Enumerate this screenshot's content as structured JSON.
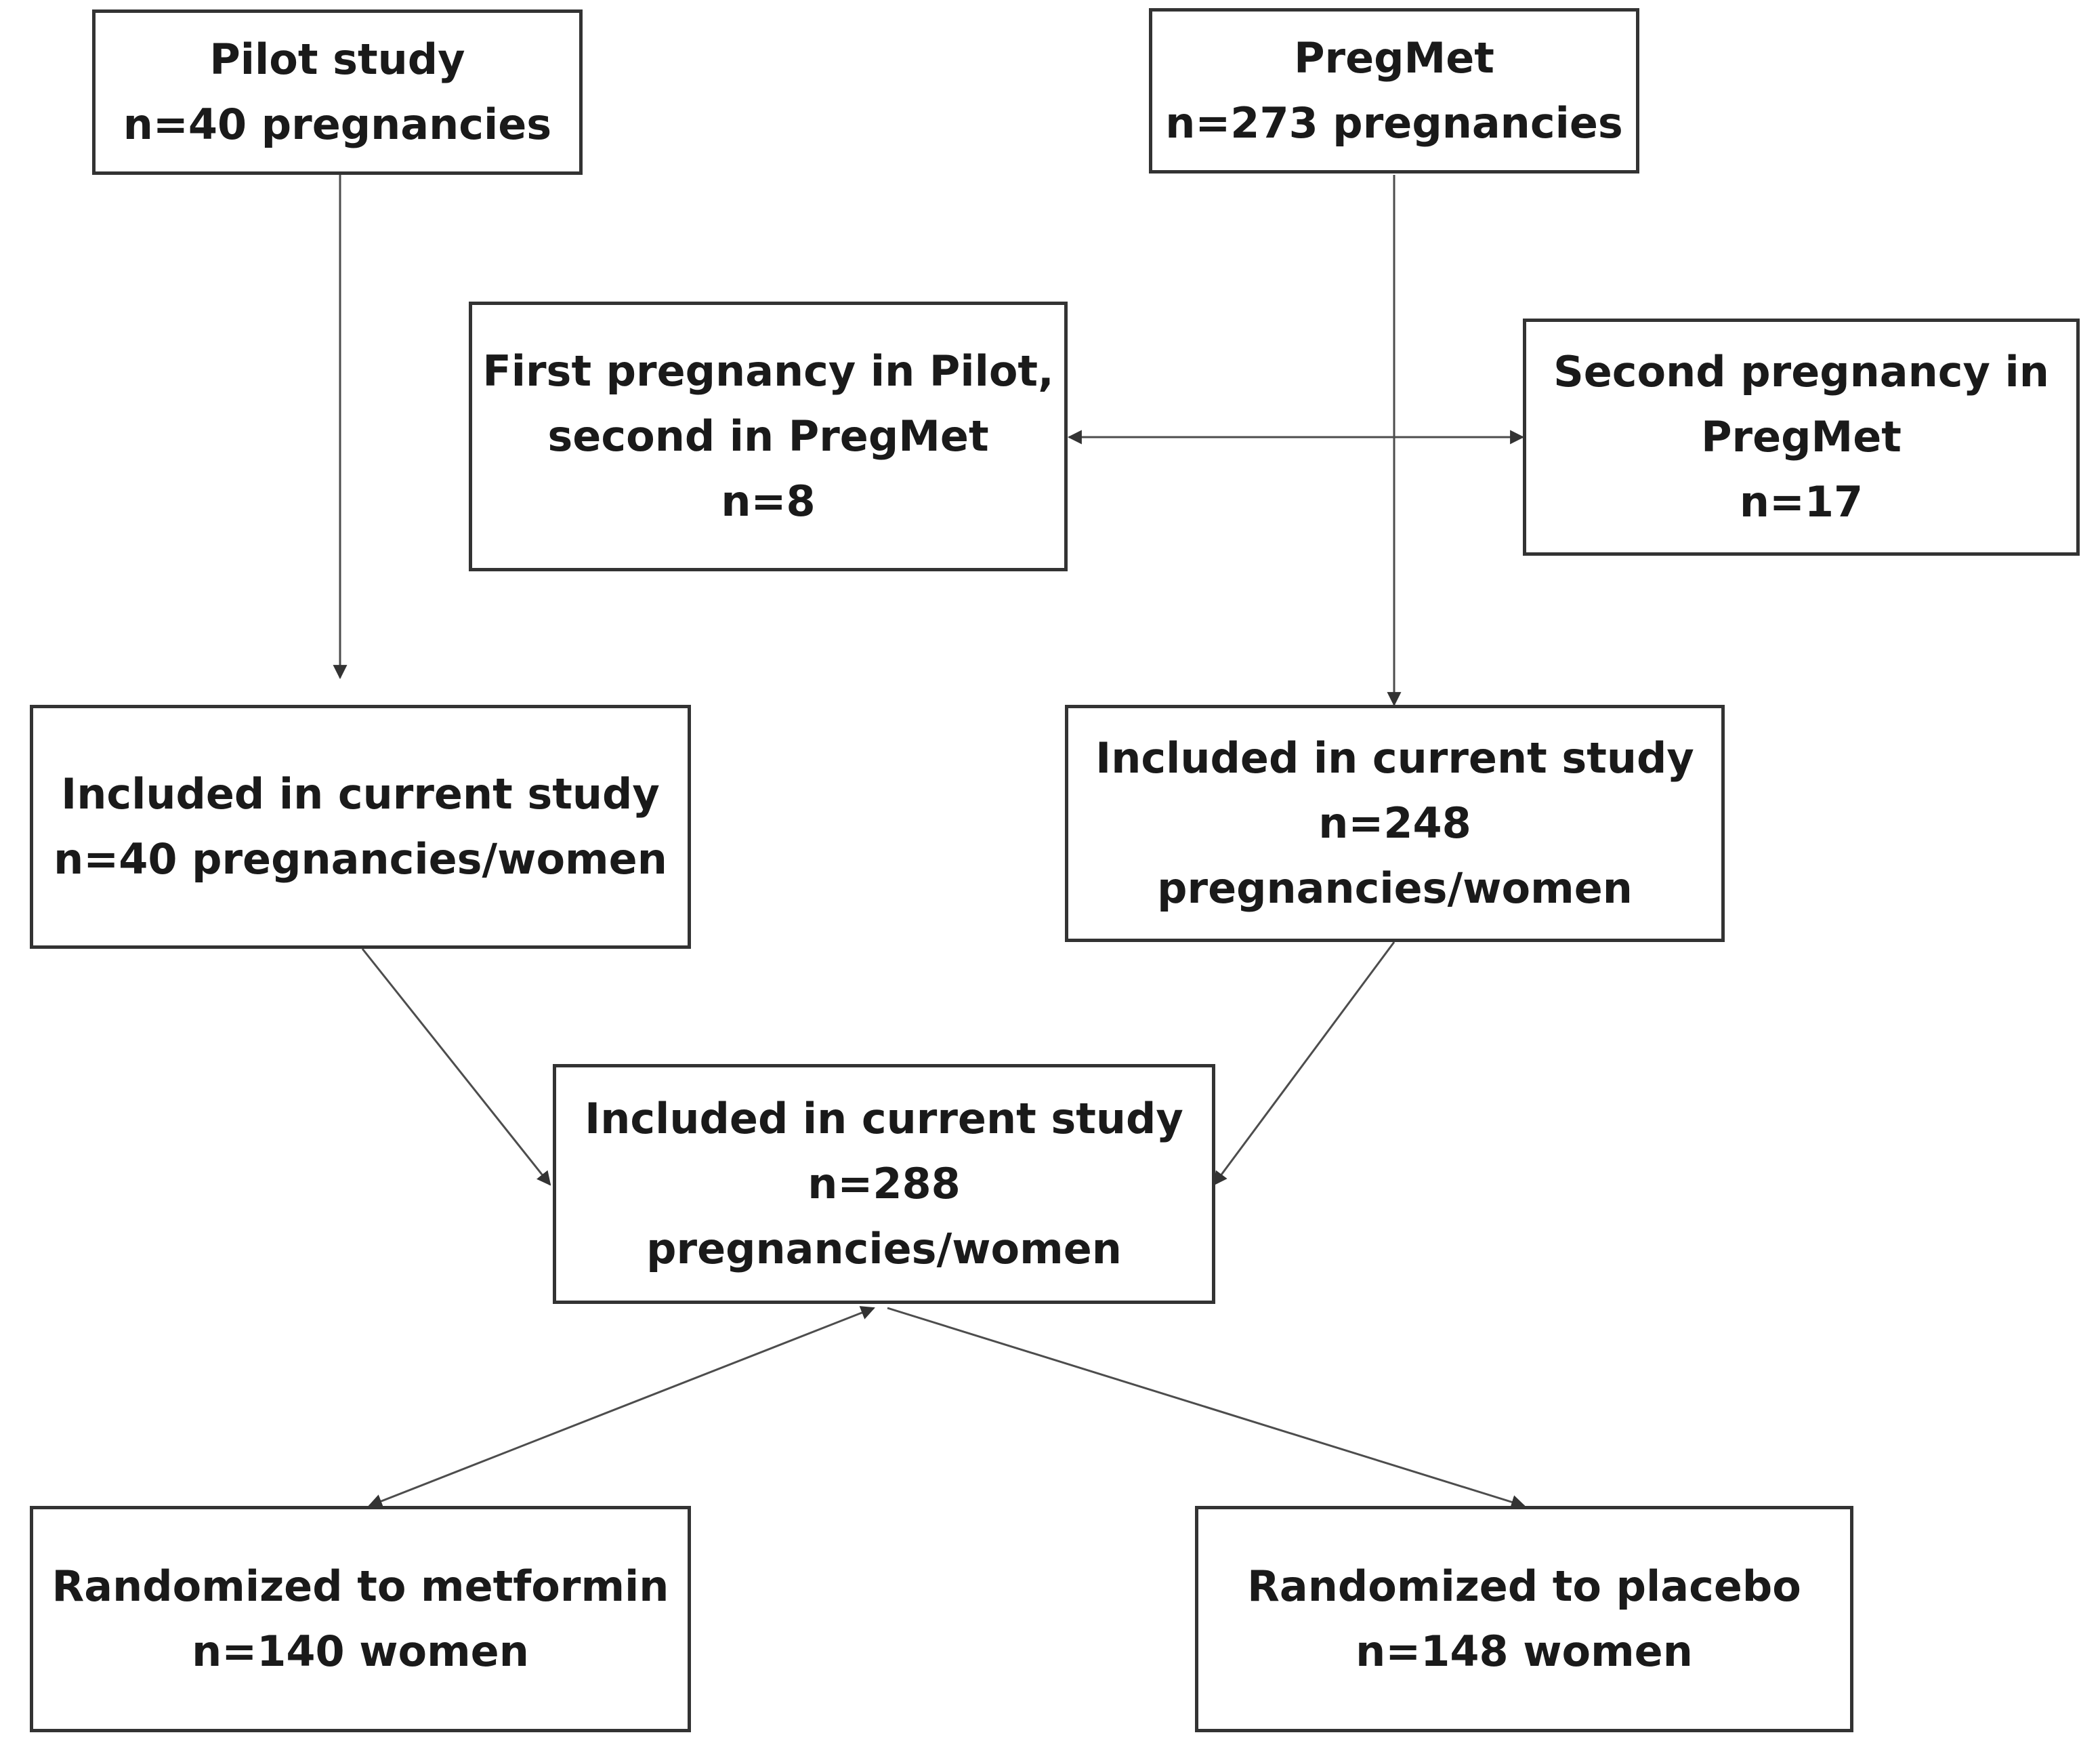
{
  "boxes": {
    "pilot": {
      "lines": [
        "Pilot study",
        "n=40 pregnancies"
      ]
    },
    "pregmet": {
      "lines": [
        "PregMet",
        "n=273 pregnancies"
      ]
    },
    "first_pilot_second_pregmet": {
      "lines": [
        "First pregnancy in Pilot,",
        "second in PregMet",
        "n=8"
      ]
    },
    "second_pregmet": {
      "lines": [
        "Second pregnancy in",
        "PregMet",
        "n=17"
      ]
    },
    "included_pilot": {
      "lines": [
        "Included in current study",
        "n=40 pregnancies/women"
      ]
    },
    "included_pregmet": {
      "lines": [
        "Included in current study",
        "n=248",
        "pregnancies/women"
      ]
    },
    "included_total": {
      "lines": [
        "Included in current study",
        "n=288",
        "pregnancies/women"
      ]
    },
    "metformin": {
      "lines": [
        "Randomized to metformin",
        "n=140 women"
      ]
    },
    "placebo": {
      "lines": [
        "Randomized to placebo",
        "n=148 women"
      ]
    }
  },
  "colors": {
    "border": "#333333",
    "text": "#1a1a1a",
    "line": "#4d4d4d"
  }
}
